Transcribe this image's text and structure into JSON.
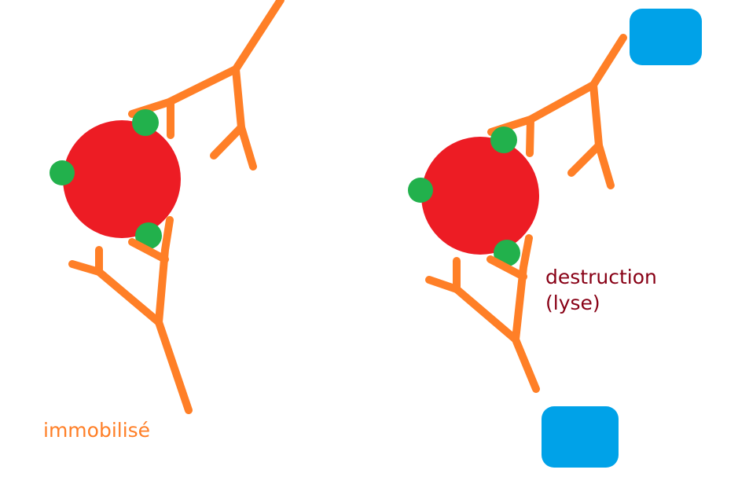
{
  "colors": {
    "background": "#ffffff",
    "antibody": "#ff7f27",
    "cell": "#ed1c24",
    "antigen": "#22b14c",
    "complement": "#00a2e8",
    "label_left": "#ff7f27",
    "label_right": "#880015"
  },
  "panels": [
    {
      "id": "left",
      "label": "immobilisé"
    },
    {
      "id": "right",
      "label": "destruction\n(lyse)"
    }
  ],
  "labels": {
    "left": "immobilisé",
    "right": "destruction\n(lyse)"
  }
}
